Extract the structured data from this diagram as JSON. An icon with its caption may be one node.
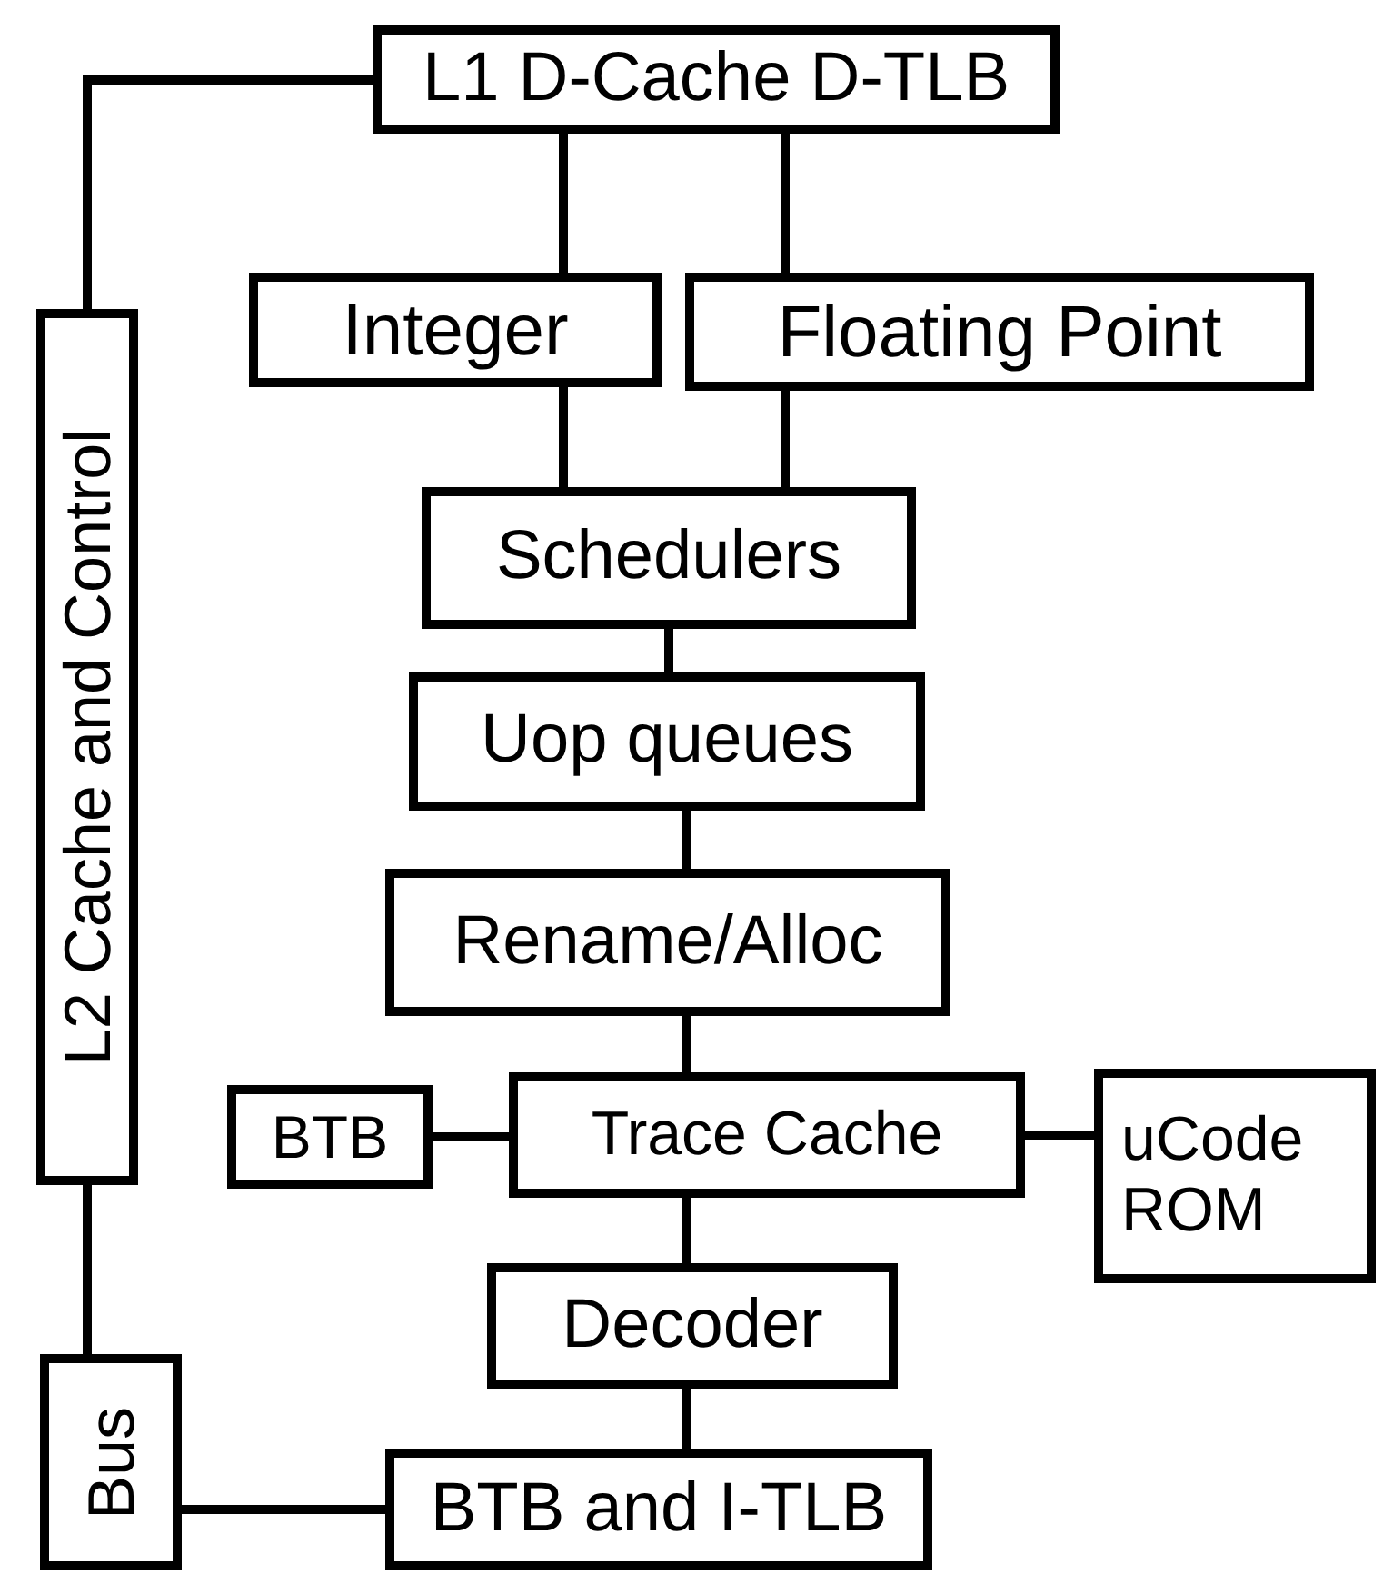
{
  "diagram": {
    "nodes": [
      {
        "text": [
          "L1 D-Cache D-TLB"
        ]
      },
      {
        "text": [
          "L2 Cache and Control"
        ]
      },
      {
        "text": [
          "Integer"
        ]
      },
      {
        "text": [
          "Floating Point"
        ]
      },
      {
        "text": [
          "Schedulers"
        ]
      },
      {
        "text": [
          "Uop queues"
        ]
      },
      {
        "text": [
          "Rename/Alloc"
        ]
      },
      {
        "text": [
          "BTB"
        ]
      },
      {
        "text": [
          "Trace Cache"
        ]
      },
      {
        "text": [
          "uCode ROM"
        ]
      },
      {
        "text": [
          "Decoder"
        ]
      },
      {
        "text": [
          "Bus"
        ]
      },
      {
        "text": [
          "BTB and I-TLB"
        ]
      }
    ],
    "edges": [
      {
        "from": 0,
        "to": 1,
        "arrow": "none"
      },
      {
        "from": 0,
        "to": 2,
        "arrow": "none"
      },
      {
        "from": 0,
        "to": 3,
        "arrow": "none"
      },
      {
        "from": 2,
        "to": 4,
        "arrow": "none"
      },
      {
        "from": 3,
        "to": 4,
        "arrow": "none"
      },
      {
        "from": 4,
        "to": 5,
        "arrow": "none"
      },
      {
        "from": 5,
        "to": 6,
        "arrow": "none"
      },
      {
        "from": 6,
        "to": 8,
        "arrow": "none"
      },
      {
        "from": 7,
        "to": 8,
        "arrow": "none"
      },
      {
        "from": 8,
        "to": 9,
        "arrow": "none"
      },
      {
        "from": 8,
        "to": 10,
        "arrow": "none"
      },
      {
        "from": 10,
        "to": 12,
        "arrow": "none"
      },
      {
        "from": 1,
        "to": 11,
        "arrow": "none"
      },
      {
        "from": 11,
        "to": 12,
        "arrow": "none"
      }
    ]
  }
}
